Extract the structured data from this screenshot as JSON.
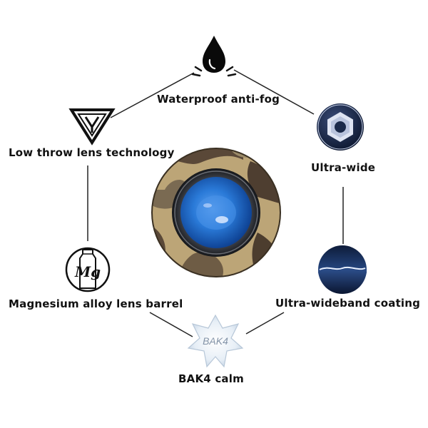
{
  "features": {
    "waterproof": {
      "label": "Waterproof anti-fog",
      "icon": "water-drop-icon"
    },
    "low_throw": {
      "label": "Low throw lens technology",
      "icon": "prism-lens-icon"
    },
    "ultra_wide": {
      "label": "Ultra-wide",
      "icon": "hexagon-nut-icon"
    },
    "magnesium": {
      "label": "Magnesium alloy lens barrel",
      "icon": "mg-bottle-icon",
      "badge": "Mg"
    },
    "wideband": {
      "label": "Ultra-wideband coating",
      "icon": "coated-lens-sphere-icon"
    },
    "bak4": {
      "label": "BAK4 calm",
      "icon": "bak4-crystal-icon",
      "badge": "BAK4"
    }
  },
  "center": {
    "icon": "camo-lens-eyepiece-icon"
  },
  "colors": {
    "text": "#111111",
    "line": "#222222",
    "lens_blue": "#1f6fd6",
    "camo_tan": "#b9a074",
    "camo_brown": "#5b4a3a",
    "badge_navy": "#1b2a4a"
  }
}
